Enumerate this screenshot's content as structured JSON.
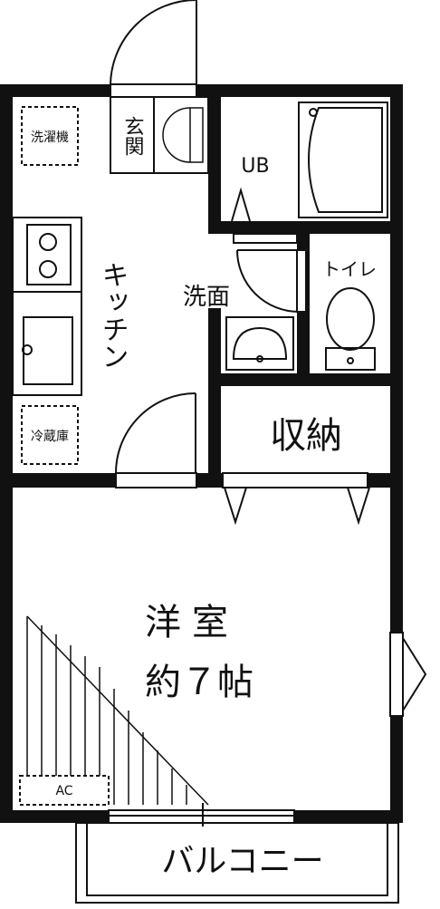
{
  "rooms": {
    "entrance": "玄関",
    "unit_bath": "UB",
    "kitchen": "キッチン",
    "washroom": "洗面",
    "toilet": "トイレ",
    "storage": "収納",
    "western_room": "洋室",
    "western_room_size": "約７帖",
    "balcony": "バルコニー"
  },
  "fixtures": {
    "washing_machine": "洗濯機",
    "refrigerator": "冷蔵庫",
    "air_conditioner": "AC"
  }
}
